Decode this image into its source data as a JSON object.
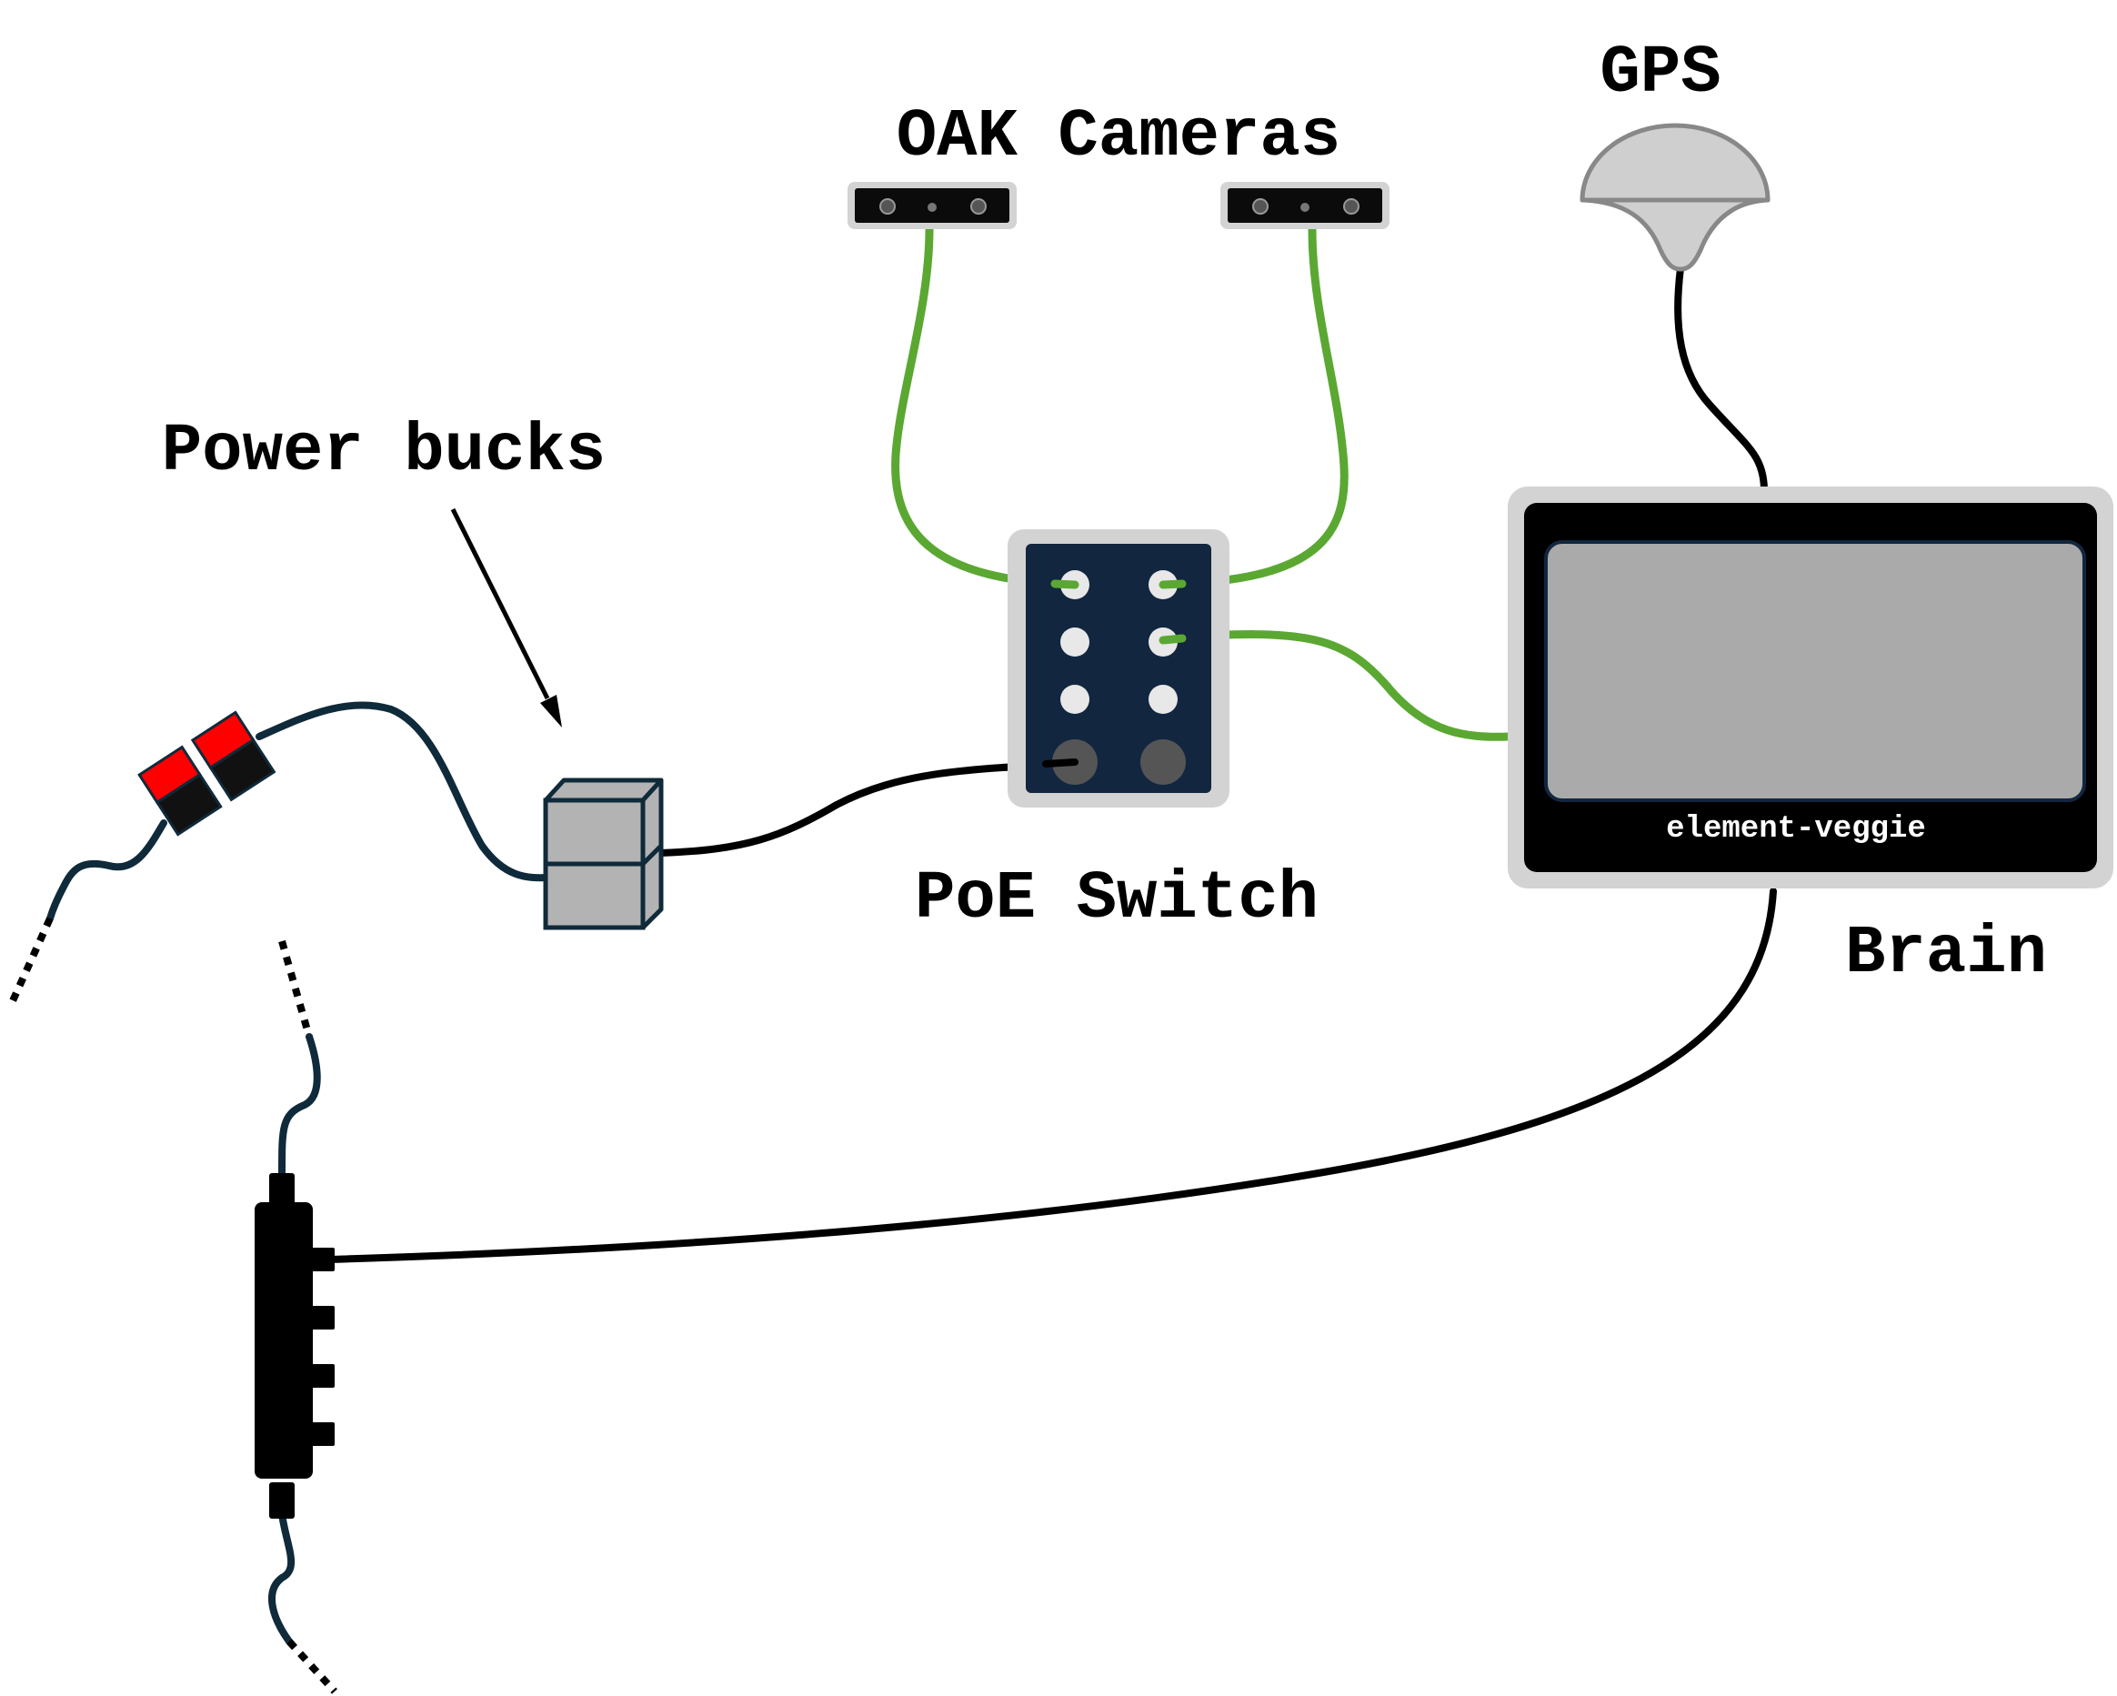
{
  "labels": {
    "oak_cameras": "OAK Cameras",
    "gps": "GPS",
    "power_bucks": "Power bucks",
    "poe_switch": "PoE Switch",
    "brain": "Brain",
    "brain_screen_text": "element-veggie"
  },
  "colors": {
    "ethernet_green": "#5aa832",
    "power_cable_navy": "#0f2a3a",
    "switch_body": "#12263f",
    "gray_bezel": "#d3d3d3",
    "connector_red": "#ff0000",
    "buck_gray": "#b3b3b3",
    "screen_gray": "#aaaaaa"
  },
  "icons": {
    "camera": "oak-camera-icon",
    "gps": "gps-antenna-icon",
    "switch": "poe-switch-icon",
    "brain": "brain-computer-icon",
    "buck": "power-buck-icon",
    "connector": "power-connector-icon",
    "distribution": "power-distribution-block-icon"
  }
}
